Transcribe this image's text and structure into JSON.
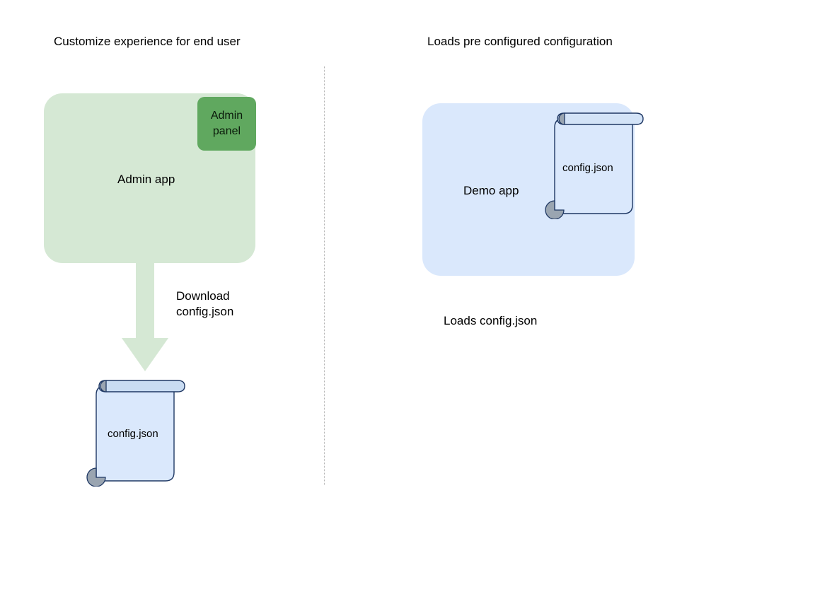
{
  "diagram": {
    "title_left": "Customize experience for end user",
    "title_right": "Loads pre configured configuration",
    "left_column": {
      "app_box": {
        "label": "Admin app",
        "fill_color": "#d5e8d4"
      },
      "panel_chip": {
        "label": "Admin\npanel",
        "fill_color": "#60a85f"
      },
      "arrow": {
        "label": "Download\nconfig.json",
        "color": "#d5e8d4",
        "direction": "down"
      },
      "document": {
        "label": "config.json",
        "fill_color": "#dae8fc",
        "stroke_color": "#1f3864",
        "curl_color": "#9aa5b1"
      }
    },
    "right_column": {
      "app_box": {
        "label": "Demo app",
        "fill_color": "#dae8fc"
      },
      "document": {
        "label": "config.json",
        "fill_color": "#dae8fc",
        "stroke_color": "#1f3864",
        "curl_color": "#9aa5b1"
      },
      "caption": "Loads config.json"
    },
    "divider": {
      "style": "dotted",
      "color": "#9a9a9a"
    }
  }
}
